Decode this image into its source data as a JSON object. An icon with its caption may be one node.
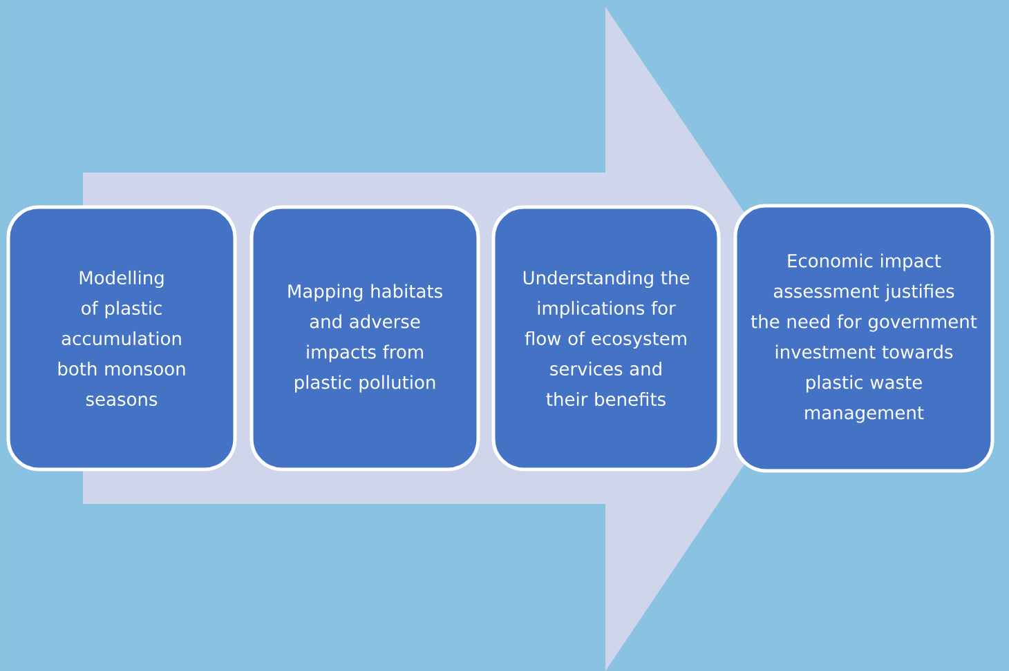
{
  "diagram": {
    "nodes": [
      {
        "text": [
          "Modelling of plastic accumulation both monsoon seasons"
        ]
      },
      {
        "text": [
          "Mapping habitats and adverse impacts from plastic pollution"
        ]
      },
      {
        "text": [
          "Understanding the implications for flow of ecosystem services and their benefits"
        ]
      },
      {
        "text": [
          "Economic impact assessment justifies the need for government investment towards plastic waste management"
        ]
      }
    ],
    "edges": [
      {
        "from": 0,
        "to": 3,
        "arrow": "to"
      }
    ]
  }
}
